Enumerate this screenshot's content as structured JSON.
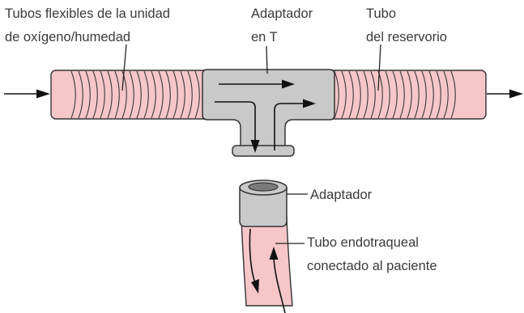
{
  "labels": {
    "oxygen_line1": "Tubos flexibles de la unidad",
    "oxygen_line2": "de oxígeno/humedad",
    "tee_line1": "Adaptador",
    "tee_line2": "en T",
    "reservoir_line1": "Tubo",
    "reservoir_line2": "del reservorio",
    "adapter": "Adaptador",
    "endo_line1": "Tubo endotraqueal",
    "endo_line2": "conectado al paciente"
  },
  "colors": {
    "tubing": "#f6c6c9",
    "adapter_gray": "#c9c9c9",
    "outline": "#333333"
  }
}
